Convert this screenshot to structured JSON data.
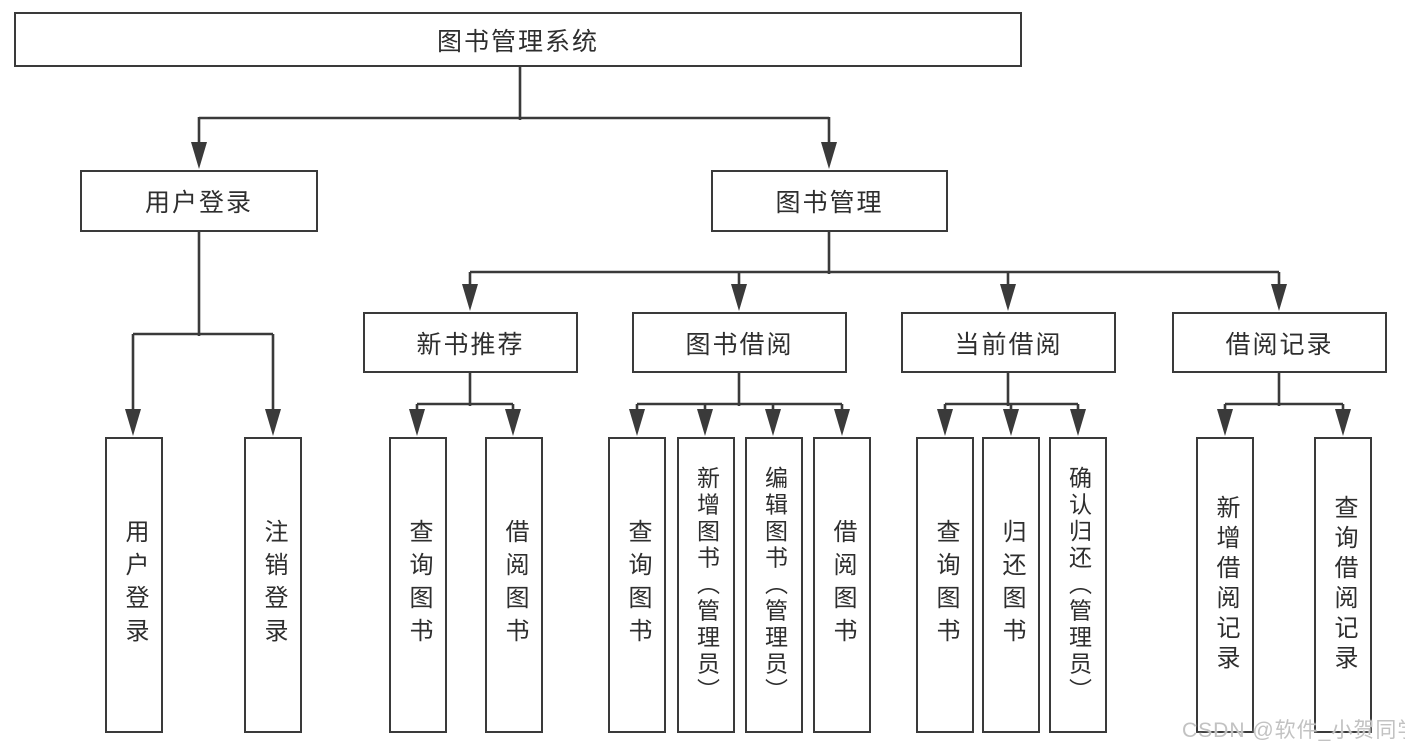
{
  "diagram_title": "图书管理系统",
  "watermark": "CSDN @软件_小贺同学",
  "colors": {
    "line": "#3a3a3a",
    "text": "#2e2e2e",
    "watermark": "#c2c2c2",
    "background": "#ffffff"
  },
  "nodes": {
    "root": "图书管理系统",
    "user_login": "用户登录",
    "book_management": "图书管理",
    "new_book_recommendation": "新书推荐",
    "book_borrowing": "图书借阅",
    "current_borrowing": "当前借阅",
    "borrowing_records": "借阅记录",
    "leaves": {
      "user_login_login": "用户登录",
      "user_login_logout": "注销登录",
      "nbr_query_books": "查询图书",
      "nbr_borrow_books": "借阅图书",
      "bb_query_books": "查询图书",
      "bb_add_books": "新增图书（管理员）",
      "bb_edit_books": "编辑图书（管理员）",
      "bb_borrow_books": "借阅图书",
      "cb_query_books": "查询图书",
      "cb_return_books": "归还图书",
      "cb_confirm_return": "确认归还（管理员）",
      "br_add_record": "新增借阅记录",
      "br_query_record": "查询借阅记录"
    }
  }
}
